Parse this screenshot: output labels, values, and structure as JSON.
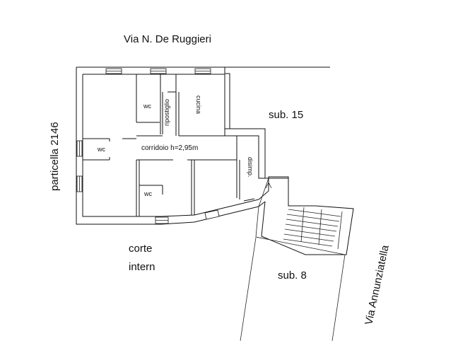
{
  "labels": {
    "street_top": "Via N. De Ruggieri",
    "parcel": "particella 2146",
    "sub15": "sub. 15",
    "sub8": "sub. 8",
    "street_right": "Via Annunziatella",
    "courtyard_line1": "corte",
    "courtyard_line2": "intern",
    "corridor": "corridoio h=2,95m",
    "wc_top": "wc",
    "wc_left": "wc",
    "wc_bottom": "wc",
    "storage": "ripostiglio",
    "kitchen": "cucina",
    "hallway": "disimp."
  }
}
